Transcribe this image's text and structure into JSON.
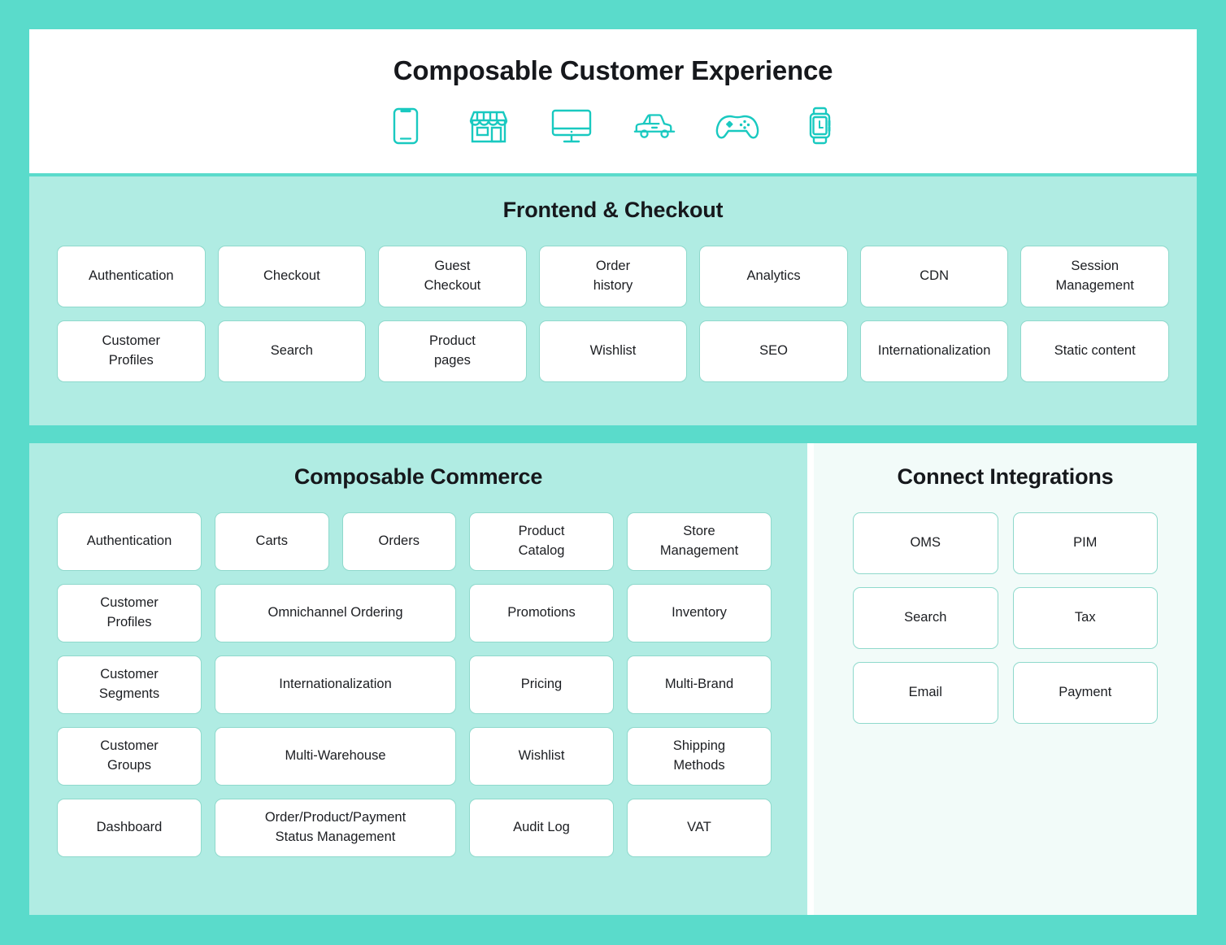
{
  "header": {
    "title": "Composable Customer Experience",
    "channel_icons": [
      "mobile-phone-icon",
      "storefront-icon",
      "desktop-monitor-icon",
      "car-icon",
      "game-controller-icon",
      "smartwatch-icon"
    ]
  },
  "frontend": {
    "title": "Frontend & Checkout",
    "cards": [
      "Authentication",
      "Checkout",
      "Guest\nCheckout",
      "Order\nhistory",
      "Analytics",
      "CDN",
      "Session\nManagement",
      "Customer\nProfiles",
      "Search",
      "Product\npages",
      "Wishlist",
      "SEO",
      "Internationalization",
      "Static content"
    ]
  },
  "commerce": {
    "title": "Composable Commerce",
    "rows": [
      {
        "cells": [
          {
            "label": "Authentication"
          },
          {
            "split": [
              "Carts",
              "Orders"
            ]
          },
          {
            "label": "Product\nCatalog"
          },
          {
            "label": "Store\nManagement"
          }
        ]
      },
      {
        "cells": [
          {
            "label": "Customer\nProfiles"
          },
          {
            "label": "Omnichannel Ordering"
          },
          {
            "label": "Promotions"
          },
          {
            "label": "Inventory"
          }
        ]
      },
      {
        "cells": [
          {
            "label": "Customer\nSegments"
          },
          {
            "label": "Internationalization"
          },
          {
            "label": "Pricing"
          },
          {
            "label": "Multi-Brand"
          }
        ]
      },
      {
        "cells": [
          {
            "label": "Customer\nGroups"
          },
          {
            "label": "Multi-Warehouse"
          },
          {
            "label": "Wishlist"
          },
          {
            "label": "Shipping\nMethods"
          }
        ]
      },
      {
        "cells": [
          {
            "label": "Dashboard"
          },
          {
            "label": "Order/Product/Payment\nStatus Management"
          },
          {
            "label": "Audit Log"
          },
          {
            "label": "VAT"
          }
        ]
      }
    ]
  },
  "connect": {
    "title": "Connect Integrations",
    "cards": [
      "OMS",
      "PIM",
      "Search",
      "Tax",
      "Email",
      "Payment"
    ]
  },
  "colors": {
    "page_background": "#5adbcb",
    "panel_background": "#b0ece3",
    "connect_background": "#f2fbf9",
    "card_background": "#ffffff",
    "card_border": "#8fd9cc",
    "icon_accent": "#19c9c0",
    "text": "#16181c"
  }
}
